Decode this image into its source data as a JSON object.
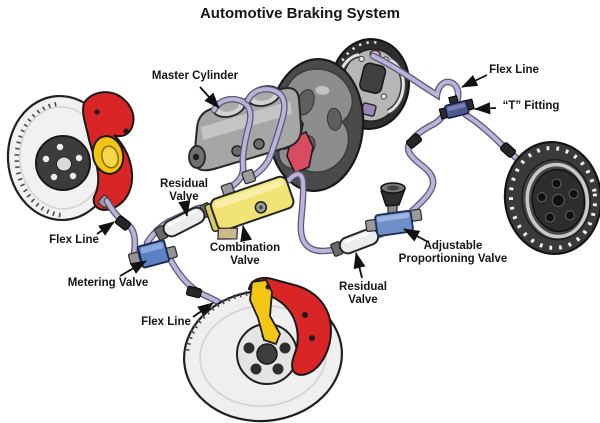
{
  "title": "Automotive Braking System",
  "labels": {
    "master_cylinder": "Master Cylinder",
    "flex_line_top": "Flex Line",
    "t_fitting": "“T” Fitting",
    "residual_valve_left": "Residual\nValve",
    "flex_line_left": "Flex Line",
    "combination_valve": "Combination\nValve",
    "metering_valve": "Metering Valve",
    "flex_line_bottom": "Flex Line",
    "residual_valve_right": "Residual\nValve",
    "adjustable_proportioning_valve": "Adjustable\nProportioning Valve"
  },
  "components": [
    {
      "name": "front-left-disc-brake",
      "color": "#d92525"
    },
    {
      "name": "front-bottom-disc-brake",
      "color": "#d92525"
    },
    {
      "name": "master-cylinder",
      "color": "#a6a6a6"
    },
    {
      "name": "brake-booster",
      "color": "#4a4a4a"
    },
    {
      "name": "rear-drum-brake-assembly",
      "color": "#b6b6b6"
    },
    {
      "name": "rear-wheel-drum",
      "color": "#3a3a3a"
    },
    {
      "name": "metering-valve",
      "color": "#5b80c4"
    },
    {
      "name": "combination-valve",
      "color": "#f1e475"
    },
    {
      "name": "residual-valve",
      "color": "#ececec"
    },
    {
      "name": "adjustable-proportioning-valve",
      "color": "#6f8fcb"
    },
    {
      "name": "t-fitting",
      "color": "#4c5890"
    },
    {
      "name": "brake-line",
      "color": "#bab4d8"
    }
  ],
  "colors": {
    "background": "#ffffff",
    "label_text": "#151515",
    "brake_line": "#bab4d8",
    "caliper_red": "#d92525",
    "caliper_yellow": "#f3c613",
    "valve_blue": "#5b80c4",
    "valve_yellow": "#f1e475"
  }
}
